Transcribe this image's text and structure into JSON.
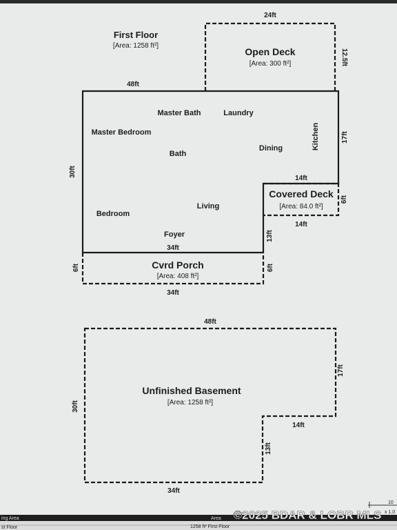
{
  "first_floor": {
    "title": "First Floor",
    "area": "[Area: 1258 ft²]",
    "dims": {
      "top": "48ft",
      "left": "30ft",
      "kitchen_side": "17ft",
      "notch_top": "14ft",
      "notch_bottom": "14ft",
      "notch_side": "13ft",
      "bottom": "34ft"
    },
    "rooms": {
      "master_bath": "Master Bath",
      "laundry": "Laundry",
      "master_bedroom": "Master Bedroom",
      "kitchen": "Kitchen",
      "bath": "Bath",
      "dining": "Dining",
      "living": "Living",
      "bedroom": "Bedroom",
      "foyer": "Foyer"
    }
  },
  "open_deck": {
    "title": "Open Deck",
    "area": "[Area: 300 ft²]",
    "width": "24ft",
    "depth": "12.5ft"
  },
  "covered_deck": {
    "title": "Covered Deck",
    "area": "[Area: 84.0 ft²]",
    "depth": "6ft"
  },
  "covered_porch": {
    "title": "Cvrd Porch",
    "area": "[Area: 408 ft²]",
    "left_depth": "6ft",
    "right_depth": "6ft",
    "bottom": "34ft"
  },
  "basement": {
    "title": "Unfinished Basement",
    "area": "[Area: 1258 ft²]",
    "dims": {
      "top": "48ft",
      "left": "30ft",
      "right": "17ft",
      "notch": "14ft",
      "notch_side": "13ft",
      "bottom": "34ft"
    }
  },
  "scale": {
    "label": "10",
    "ratio": "x 1.0"
  },
  "footer": {
    "left_top": "ing Area",
    "left_bottom": "st Floor",
    "middle": "1258 ft² First Floor",
    "right_top": "Area"
  },
  "watermark": "©2025 BDAR & LOBR MLS"
}
